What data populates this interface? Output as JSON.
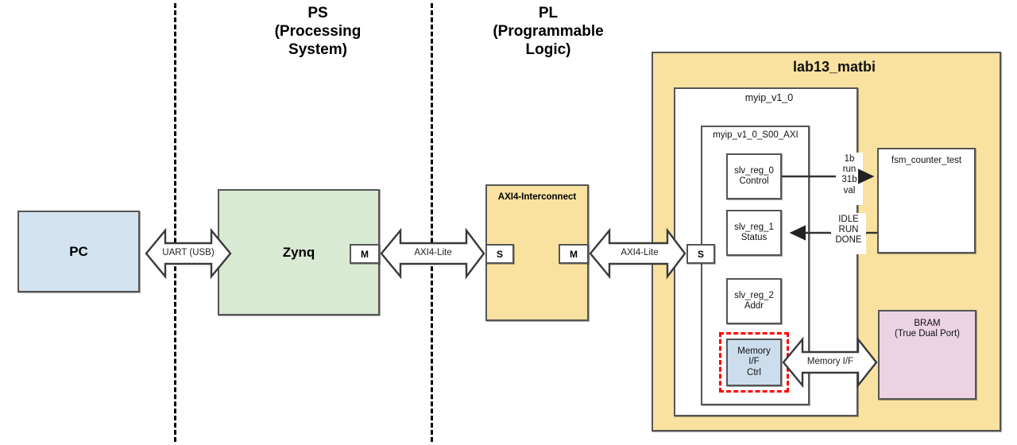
{
  "diagram": {
    "regions": [
      {
        "name": "ps",
        "title": "PS\n(Processing\nSystem)"
      },
      {
        "name": "pl",
        "title": "PL\n(Programmable\nLogic)"
      }
    ],
    "blocks": {
      "pc": {
        "label": "PC"
      },
      "zynq": {
        "label": "Zynq"
      },
      "axi_interconnect": {
        "label": "AXI4-Interconnect"
      },
      "lab13": {
        "label": "lab13_matbi"
      },
      "myip": {
        "label": "myip_v1_0"
      },
      "myip_s00_axi": {
        "label": "myip_v1_0_S00_AXI"
      },
      "slv_reg_0": {
        "label": "slv_reg_0\nControl"
      },
      "slv_reg_1": {
        "label": "slv_reg_1\nStatus"
      },
      "slv_reg_2": {
        "label": "slv_reg_2\nAddr"
      },
      "mem_if_ctrl": {
        "label": "Memory\nI/F\nCtrl"
      },
      "fsm": {
        "label": "fsm_counter_test"
      },
      "bram": {
        "label": "BRAM\n(True Dual Port)"
      }
    },
    "ports": {
      "zynq_master": "M",
      "axi_slave": "S",
      "axi_master": "M",
      "myip_slave": "S"
    },
    "connections": {
      "uart": "UART (USB)",
      "axi_lite_ps": "AXI4-Lite",
      "axi_lite_pl": "AXI4-Lite",
      "memory_if": "Memory I/F"
    },
    "signals": {
      "control_out": "1b\nrun\n31b\nval",
      "status_in": "IDLE\nRUN\nDONE"
    },
    "colors": {
      "pc_fill": "#d4e3f0",
      "zynq_fill": "#d9ead3",
      "orange_fill": "#f9e2a0",
      "bram_fill": "#ebd3e3",
      "mem_if_fill": "#ccdded",
      "highlight_border": "#ff0000",
      "outline": "#555555"
    }
  }
}
